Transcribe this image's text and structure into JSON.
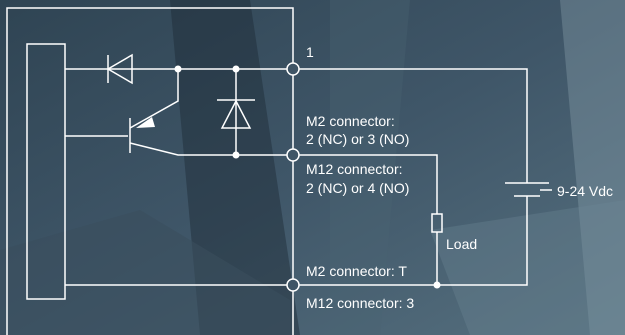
{
  "labels": {
    "pin1": "1",
    "m2_connector": "M2 connector:",
    "m2_pins": "2 (NC) or 3 (NO)",
    "m12_connector": "M12 connector:",
    "m12_pins": "2 (NC) or 4 (NO)",
    "load": "Load",
    "supply": "9-24 Vdc",
    "m2_common": "M2 connector: T",
    "m12_common": "M12 connector: 3"
  },
  "colors": {
    "line": "#ffffff",
    "background": "#3f5566"
  }
}
